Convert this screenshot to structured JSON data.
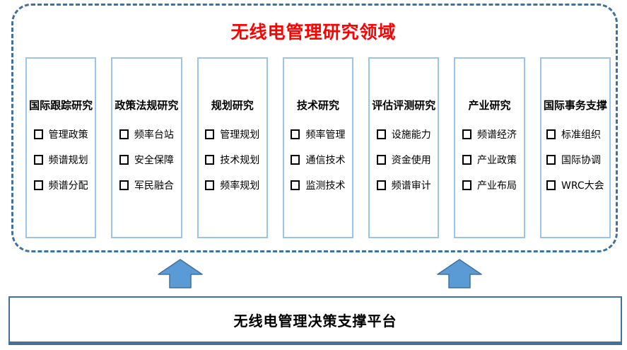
{
  "diagram": {
    "title": "无线电管理研究领域",
    "columns": [
      {
        "title": "国际跟踪研究",
        "items": [
          "管理政策",
          "频谱规划",
          "频谱分配"
        ]
      },
      {
        "title": "政策法规研究",
        "items": [
          "频率台站",
          "安全保障",
          "军民融合"
        ]
      },
      {
        "title": "规划研究",
        "items": [
          "管理规划",
          "技术规划",
          "频率规划"
        ]
      },
      {
        "title": "技术研究",
        "items": [
          "频率管理",
          "通信技术",
          "监测技术"
        ]
      },
      {
        "title": "评估评测研究",
        "items": [
          "设施能力",
          "资金使用",
          "频谱审计"
        ]
      },
      {
        "title": "产业研究",
        "items": [
          "频谱经济",
          "产业政策",
          "产业布局"
        ]
      },
      {
        "title": "国际事务支撑",
        "items": [
          "标准组织",
          "国际协调",
          "WRC大会"
        ]
      }
    ],
    "platform": {
      "label": "无线电管理决策支撑平台"
    },
    "icons": {
      "bullet": "hollow-square-checkbox",
      "arrows": [
        "up-arrow-left",
        "up-arrow-right"
      ]
    },
    "colors": {
      "title_red": "#FF0000",
      "outer_dashed_border": "#41719C",
      "column_border": "#9DC3E6",
      "arrow_fill": "#5B9BD5",
      "arrow_stroke": "#41719C",
      "platform_border": "#41719C",
      "text": "#000000"
    }
  }
}
